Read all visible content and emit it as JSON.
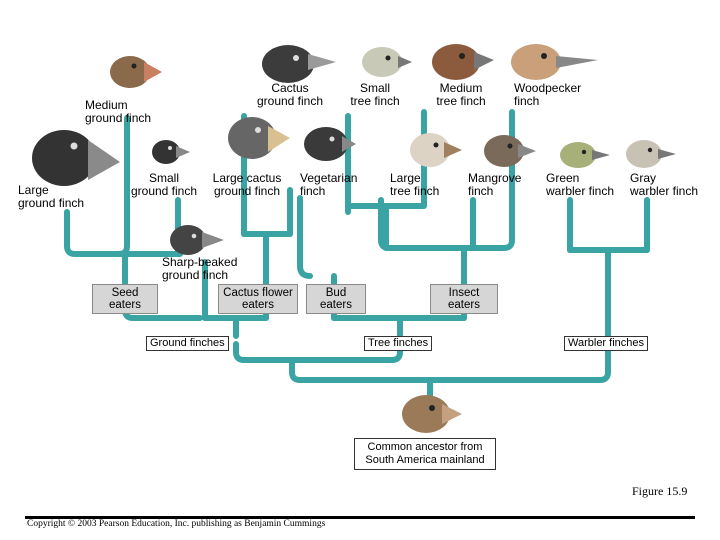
{
  "colors": {
    "branch": "#3aa3a3",
    "branch_dark": "#1f7f82",
    "box_fill": "#d6d6d6"
  },
  "species": {
    "cactus_ground_finch": "Cactus\nground finch",
    "small_tree_finch": "Small\ntree finch",
    "medium_tree_finch": "Medium\ntree finch",
    "woodpecker_finch": "Woodpecker\nfinch",
    "medium_ground_finch": "Medium\nground finch",
    "large_ground_finch": "Large\nground finch",
    "small_ground_finch": "Small\nground finch",
    "large_cactus_ground_finch": "Large cactus\nground finch",
    "vegetarian_finch": "Vegetarian\nfinch",
    "large_tree_finch": "Large\ntree finch",
    "mangrove_finch": "Mangrove\nfinch",
    "green_warbler_finch": "Green\nwarbler finch",
    "gray_warbler_finch": "Gray\nwarbler finch",
    "sharp_beaked_ground_finch": "Sharp-beaked\nground finch"
  },
  "diet_boxes": {
    "seed_eaters": "Seed\neaters",
    "cactus_flower_eaters": "Cactus flower\neaters",
    "bud_eaters": "Bud\neaters",
    "insect_eaters": "Insect\neaters"
  },
  "groups": {
    "ground_finches": "Ground finches",
    "tree_finches": "Tree finches",
    "warbler_finches": "Warbler finches"
  },
  "ancestor": "Common ancestor from\nSouth America mainland",
  "figure_caption": "Figure 15.9",
  "copyright": "Copyright © 2003 Pearson Education, Inc. publishing as Benjamin Cummings"
}
